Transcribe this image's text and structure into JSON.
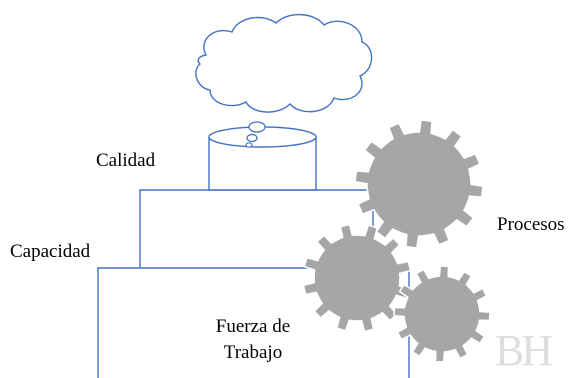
{
  "labels": {
    "calidad": "Calidad",
    "capacidad": "Capacidad",
    "procesos": "Procesos",
    "fuerza_line1": "Fuerza de",
    "fuerza_line2": "Trabajo"
  },
  "watermark": "BH",
  "colors": {
    "outline": "#4472c4",
    "gear_fill": "#a6a6a6",
    "gear_stroke": "#ffffff",
    "text": "#000000",
    "watermark": "#d9d9d9",
    "background": "#ffffff"
  }
}
